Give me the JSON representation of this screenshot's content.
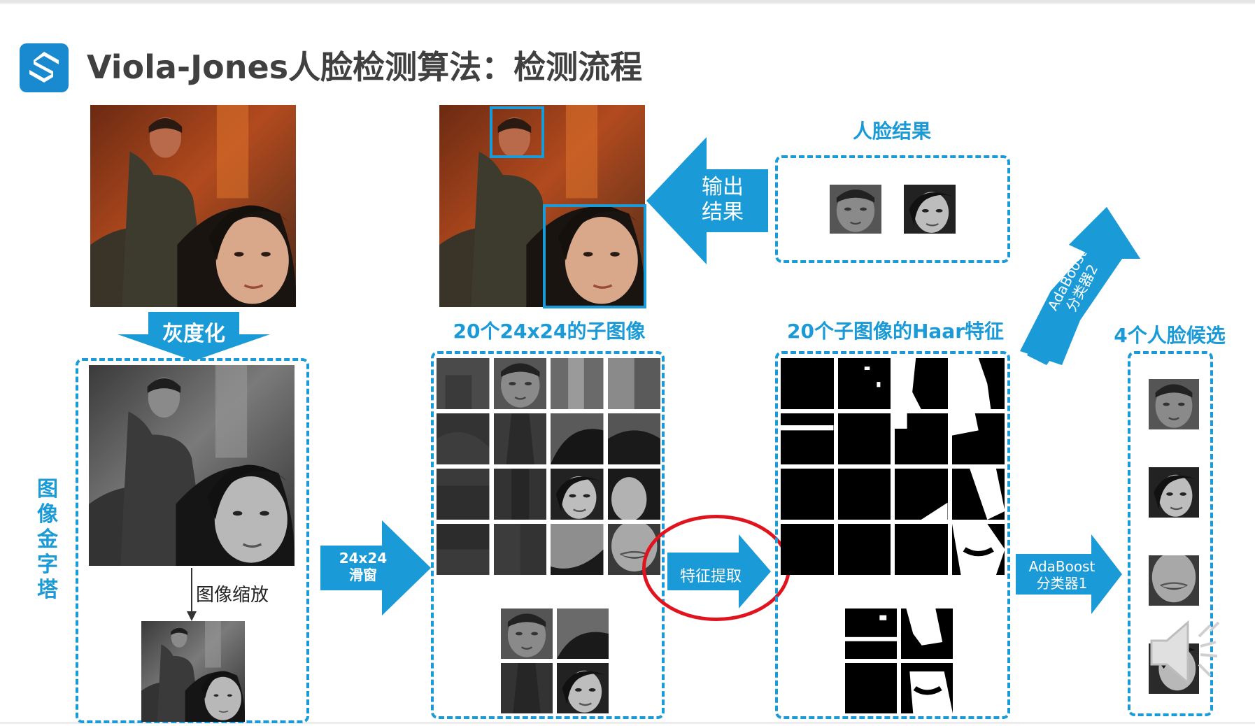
{
  "title": "Viola-Jones人脸检测算法：检测流程",
  "colors": {
    "accent": "#1a9ad6",
    "highlight": "#e0141e",
    "title_text": "#404040"
  },
  "labels": {
    "grayscale": "灰度化",
    "pyramid": [
      "图",
      "像",
      "金",
      "字",
      "塔"
    ],
    "scaling": "图像缩放",
    "sliding": [
      "24x24",
      "滑窗"
    ],
    "subimages": "20个24x24的子图像",
    "feature_extract": "特征提取",
    "haar_features": "20个子图像的Haar特征",
    "adaboost1": [
      "AdaBoost",
      "分类器1"
    ],
    "candidates": "4个人脸候选",
    "adaboost2": [
      "AdaBoost",
      "分类器2"
    ],
    "face_results": "人脸结果",
    "output": [
      "输出",
      "结果"
    ]
  },
  "icons": {
    "logo": "s-logo-icon",
    "speaker": "speaker-icon",
    "scale_arrow": "down-arrow-icon"
  }
}
